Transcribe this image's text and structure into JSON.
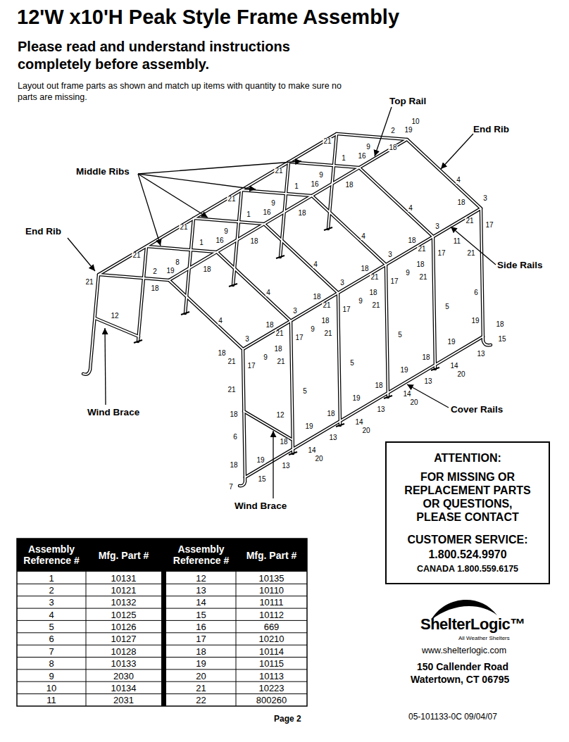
{
  "diagram": {
    "title": "12'W x10'H Peak Style Frame Assembly",
    "nodes": [
      {
        "text": [
          "ATTENTION:",
          "FOR MISSING OR REPLACEMENT PARTS OR QUESTIONS, PLEASE CONTACT",
          "CUSTOMER SERVICE: 1.800.524.9970",
          "CANADA 1.800.559.6175"
        ]
      }
    ],
    "labels": [
      "Please read and understand instructions completely before assembly.",
      "Layout out frame parts as shown and match up items with quantity to make sure no parts are missing.",
      "Top Rail",
      "End Rib",
      "Middle Ribs",
      "End Rib",
      "Side Rails",
      "Wind Brace",
      "Cover Rails",
      "Wind Brace",
      "21",
      "2",
      "19",
      "8",
      "18",
      "4",
      "18",
      "3",
      "21",
      "17",
      "21",
      "18",
      "6",
      "18",
      "19",
      "7",
      "15",
      "21",
      "1",
      "16",
      "9",
      "18",
      "4",
      "18",
      "3",
      "21",
      "17",
      "18",
      "9",
      "21",
      "5",
      "19",
      "18",
      "14",
      "20",
      "13",
      "21",
      "1",
      "16",
      "9",
      "18",
      "4",
      "18",
      "3",
      "21",
      "17",
      "18",
      "9",
      "21",
      "5",
      "19",
      "18",
      "14",
      "20",
      "13",
      "21",
      "1",
      "16",
      "9",
      "18",
      "4",
      "18",
      "3",
      "21",
      "17",
      "18",
      "9",
      "21",
      "5",
      "19",
      "18",
      "14",
      "20",
      "13",
      "21",
      "1",
      "16",
      "9",
      "18",
      "4",
      "18",
      "3",
      "21",
      "17",
      "18",
      "9",
      "21",
      "5",
      "19",
      "18",
      "14",
      "20",
      "13",
      "21",
      "2",
      "19",
      "10",
      "18",
      "4",
      "18",
      "3",
      "21",
      "17",
      "11",
      "21",
      "6",
      "19",
      "18",
      "15",
      "13",
      "12",
      "12",
      "Assembly Reference #",
      "Mfg. Part #",
      "Assembly Reference #",
      "Mfg. Part #",
      "1",
      "10131",
      "12",
      "10135",
      "2",
      "10121",
      "13",
      "10110",
      "3",
      "10132",
      "14",
      "10111",
      "4",
      "10125",
      "15",
      "10112",
      "5",
      "10126",
      "16",
      "669",
      "6",
      "10127",
      "17",
      "10210",
      "7",
      "10128",
      "18",
      "10114",
      "8",
      "10133",
      "19",
      "10115",
      "9",
      "2030",
      "20",
      "10113",
      "10",
      "10134",
      "21",
      "10223",
      "11",
      "2031",
      "22",
      "800260",
      "ShelterLogic™",
      "All Weather Shelters",
      "www.shelterlogic.com",
      "150 Callender Road",
      "Watertown, CT 06795",
      "Page 2",
      "05-101133-0C 09/04/07"
    ]
  }
}
